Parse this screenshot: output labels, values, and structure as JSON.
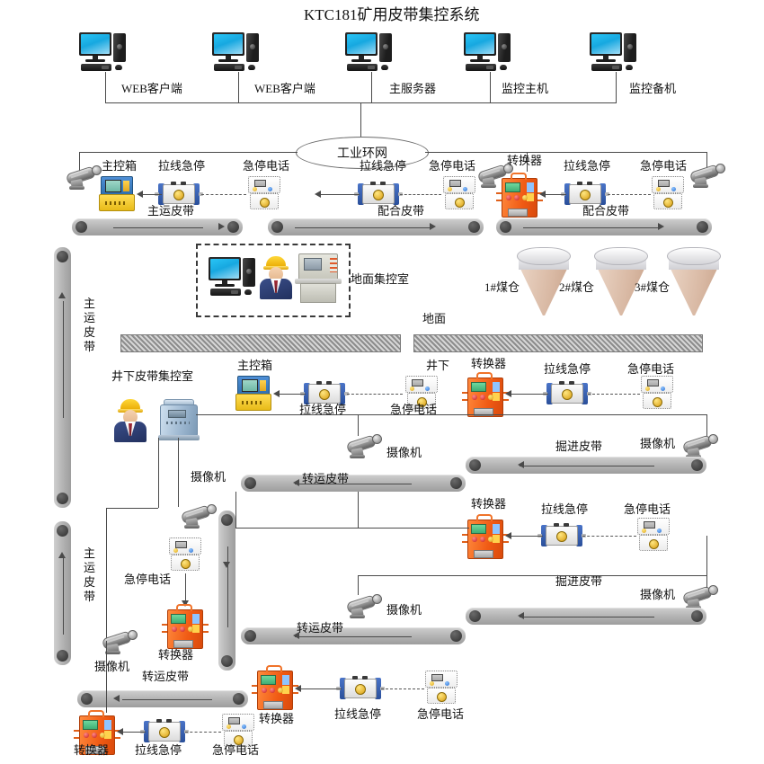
{
  "title": "KTC181矿用皮带集控系统",
  "network": {
    "label": "工业环网"
  },
  "top_computers": [
    {
      "label": "WEB客户端"
    },
    {
      "label": "WEB客户端"
    },
    {
      "label": "主服务器"
    },
    {
      "label": "监控主机"
    },
    {
      "label": "监控备机"
    }
  ],
  "labels": {
    "main_control_box": "主控箱",
    "pull_cord_estop": "拉线急停",
    "estop_phone": "急停电话",
    "converter": "转换器",
    "camera": "摄像机",
    "main_belt": "主运皮带",
    "assist_belt": "配合皮带",
    "transfer_belt": "转运皮带",
    "drive_belt": "掘进皮带",
    "ground_control_room": "地面集控室",
    "underground_control_room": "井下皮带集控室",
    "surface": "地面",
    "underground": "井下",
    "main_belt_vertical": "主运皮带"
  },
  "bunkers": [
    {
      "label": "1#煤仓"
    },
    {
      "label": "2#煤仓"
    },
    {
      "label": "3#煤仓"
    }
  ],
  "colors": {
    "converter": "#f05a14",
    "estop_blue": "#2a4f9a",
    "belt": "#b4b4b4",
    "line": "#4a4a4a",
    "helmet": "#e8a800"
  }
}
